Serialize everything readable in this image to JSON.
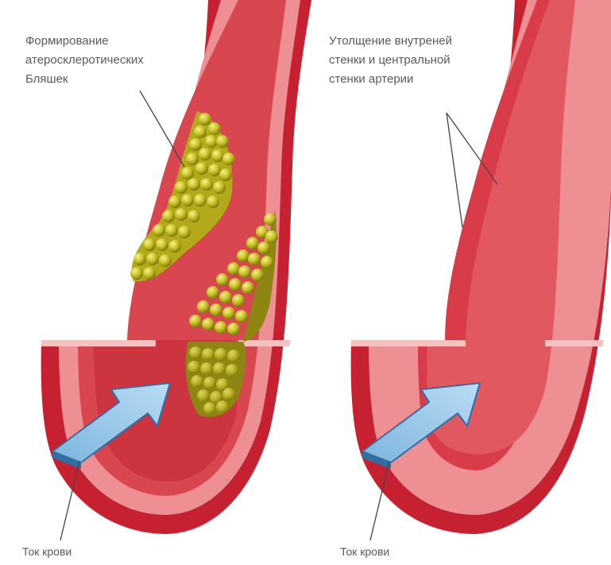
{
  "panels": [
    {
      "annotation": "Формирование\nатеросклеротических\nБляшек",
      "flow_label": "Ток крови"
    },
    {
      "annotation": "Утолщение внутреней\nстенки и центральной\nстенки артерии",
      "flow_label": "Ток крови"
    }
  ],
  "colors": {
    "outer_wall": "#c41e2c",
    "wall_mid": "#e26a72",
    "wall_light": "#f3b2b2",
    "lumen": "#d9464f",
    "plaque": "#c9c126",
    "plaque_highlight": "#f2ec6a",
    "arrow": "#8fc4e8",
    "arrow_edge": "#2f6fa3",
    "leader_line": "#444444"
  }
}
